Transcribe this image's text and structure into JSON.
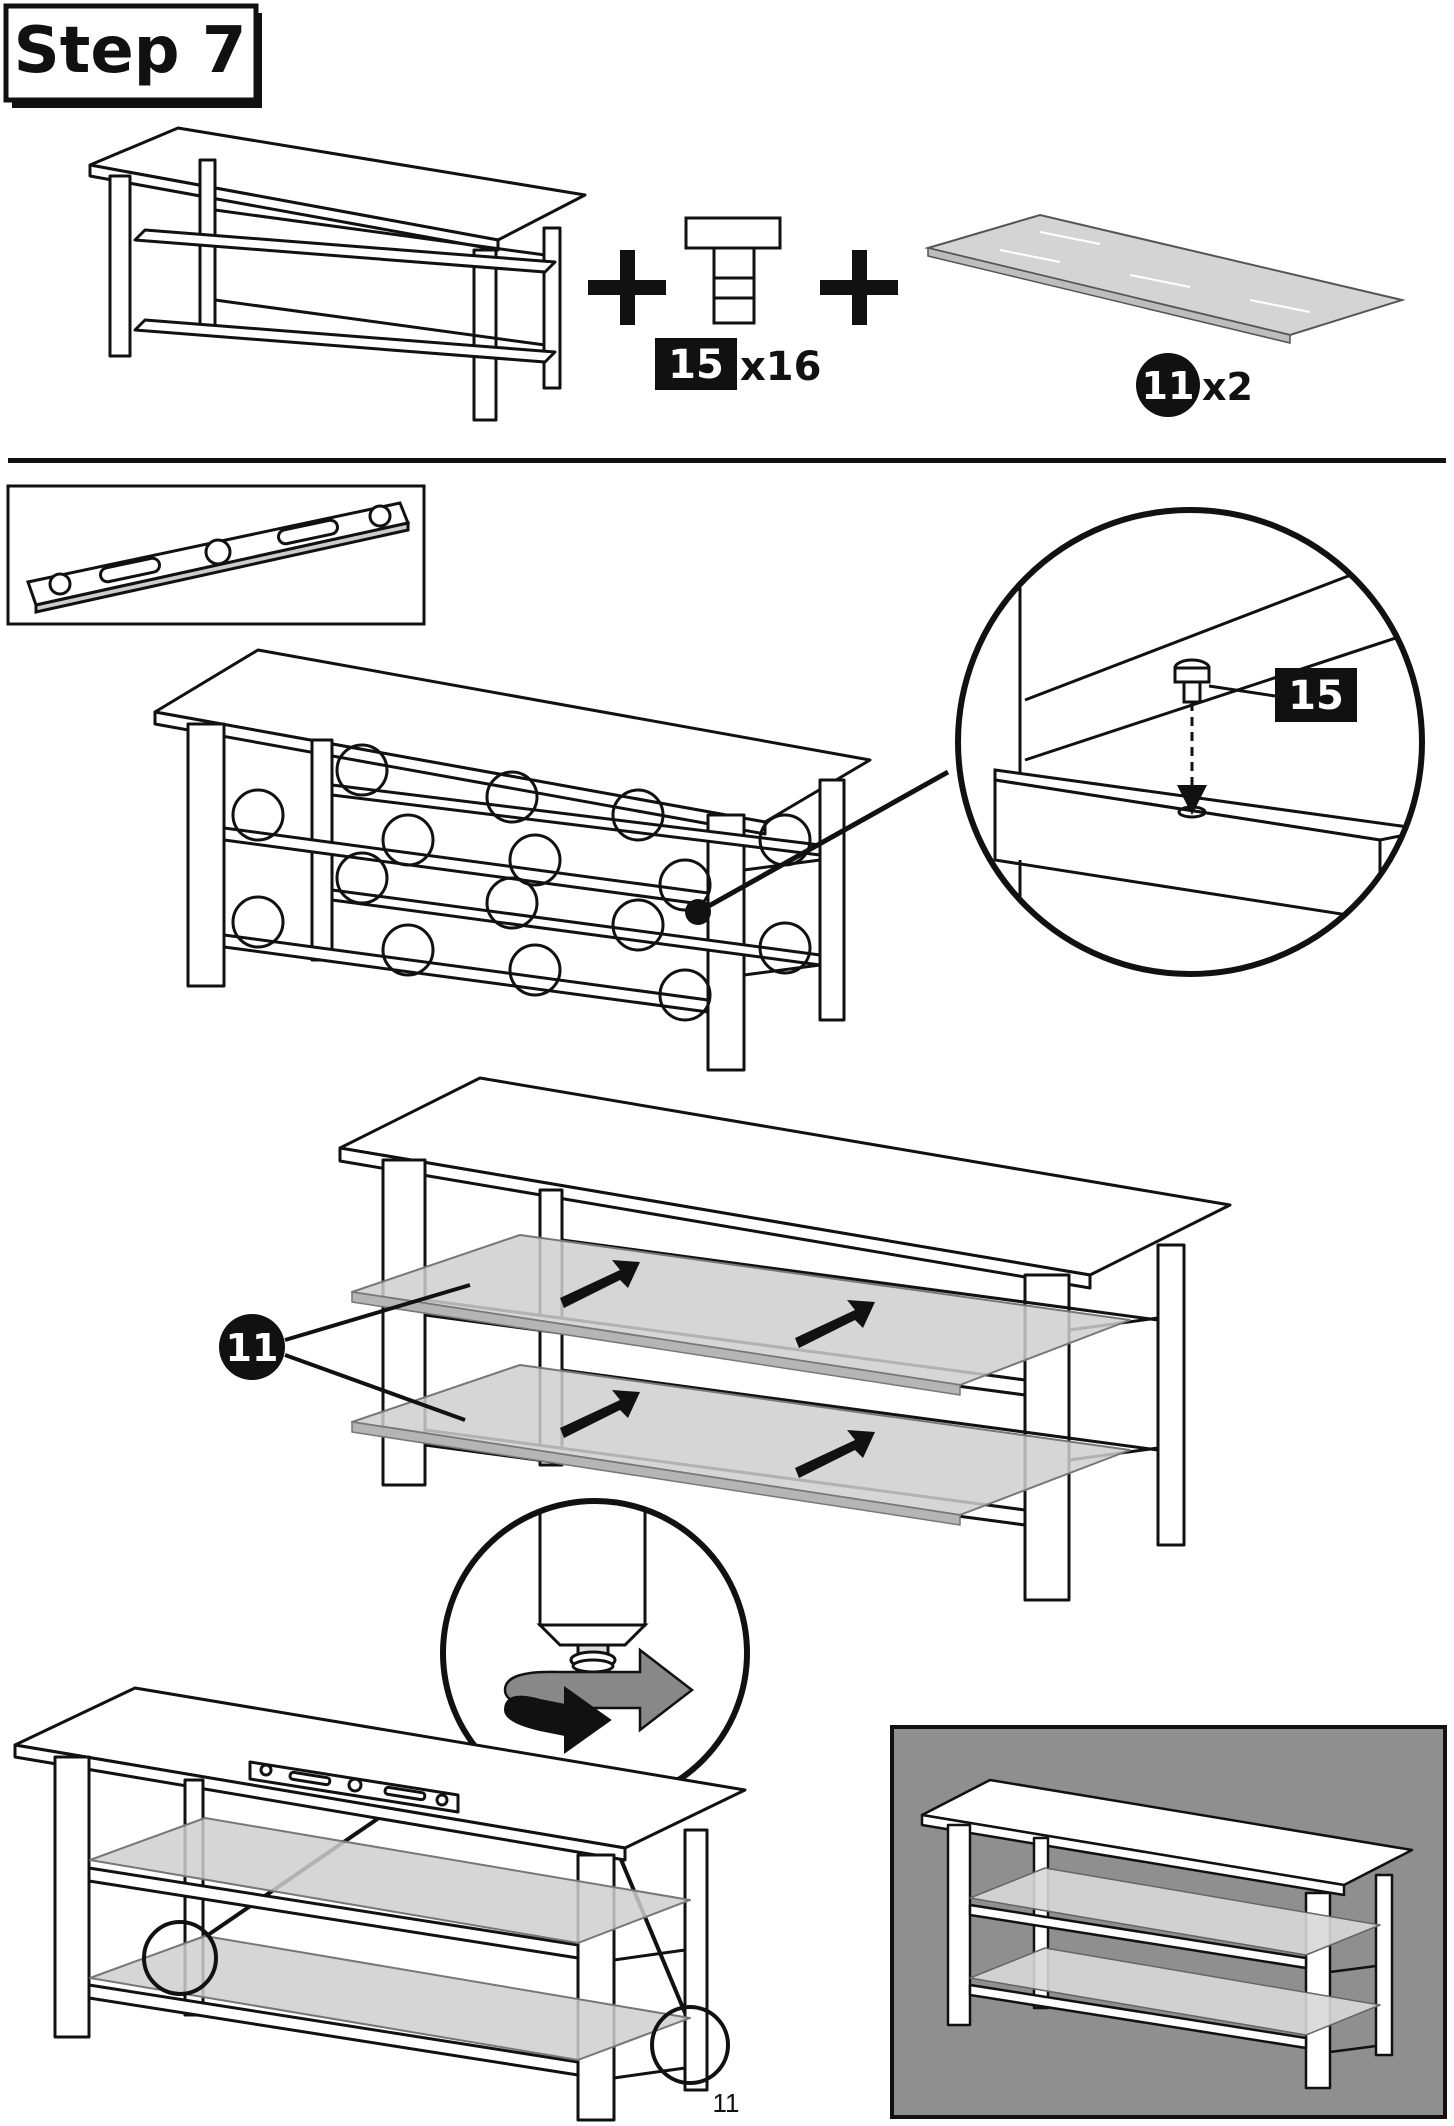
{
  "header": {
    "step_title": "Step 7"
  },
  "parts_row": {
    "screw_part": {
      "id": "15",
      "qty": "x16"
    },
    "glass_part": {
      "id": "11",
      "qty": "x2"
    },
    "joiner_icon": "plus-icon"
  },
  "detail_callout": {
    "part_id": "15"
  },
  "shelves_callout": {
    "part_id": "11"
  },
  "tools": {
    "icon": "spirit-level-icon"
  },
  "footer": {
    "page_number": "11"
  },
  "colors": {
    "ink": "#1a1a1a",
    "glass": "#cfcfcf",
    "finished_panel": "#8f8f8f"
  }
}
